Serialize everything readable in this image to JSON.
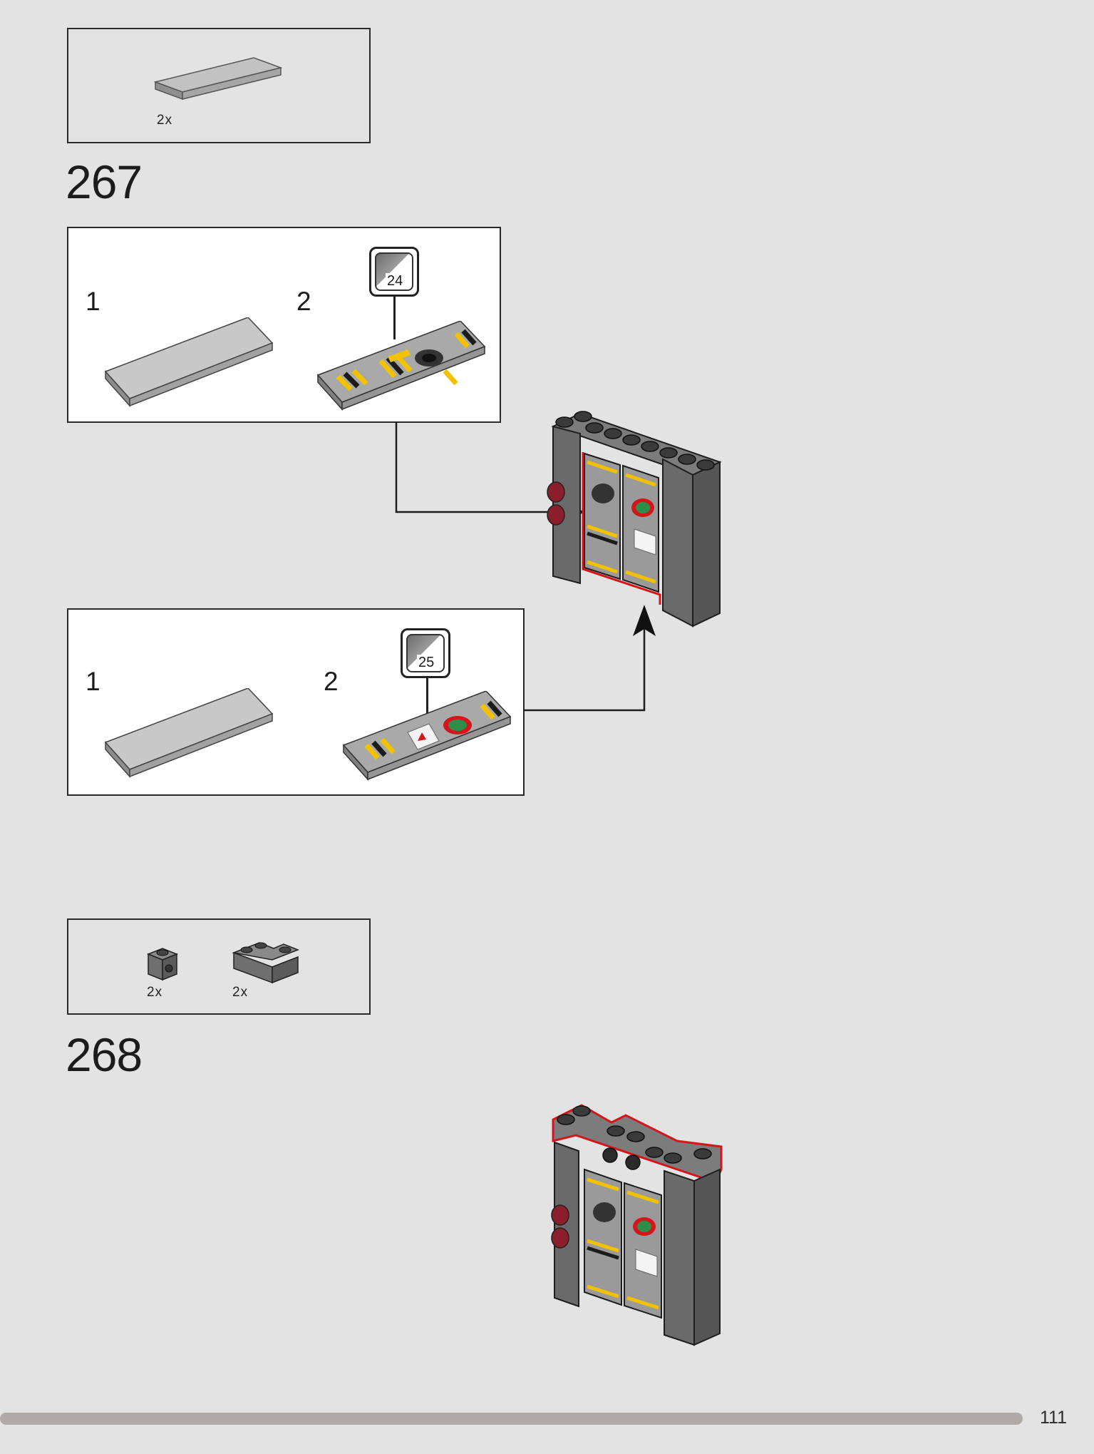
{
  "steps": [
    {
      "number": "267",
      "parts": [
        {
          "qty": "2x",
          "part": "grey-tile-plate-icon"
        }
      ],
      "subassemblies": [
        {
          "labels": [
            "1",
            "2"
          ],
          "sticker": "24"
        },
        {
          "labels": [
            "1",
            "2"
          ],
          "sticker": "25"
        }
      ]
    },
    {
      "number": "268",
      "parts": [
        {
          "qty": "2x",
          "part": "brick-with-stud-on-side-icon"
        },
        {
          "qty": "2x",
          "part": "corner-plate-icon"
        }
      ]
    }
  ],
  "colors": {
    "background": "#e3e3e3",
    "highlight": "#d4161c",
    "brick_dark": "#6b6b6b",
    "tile_light": "#a8a8a8",
    "hazard_yellow": "#f2c200",
    "button_red": "#8a1f2b"
  },
  "page": {
    "number": "111"
  }
}
